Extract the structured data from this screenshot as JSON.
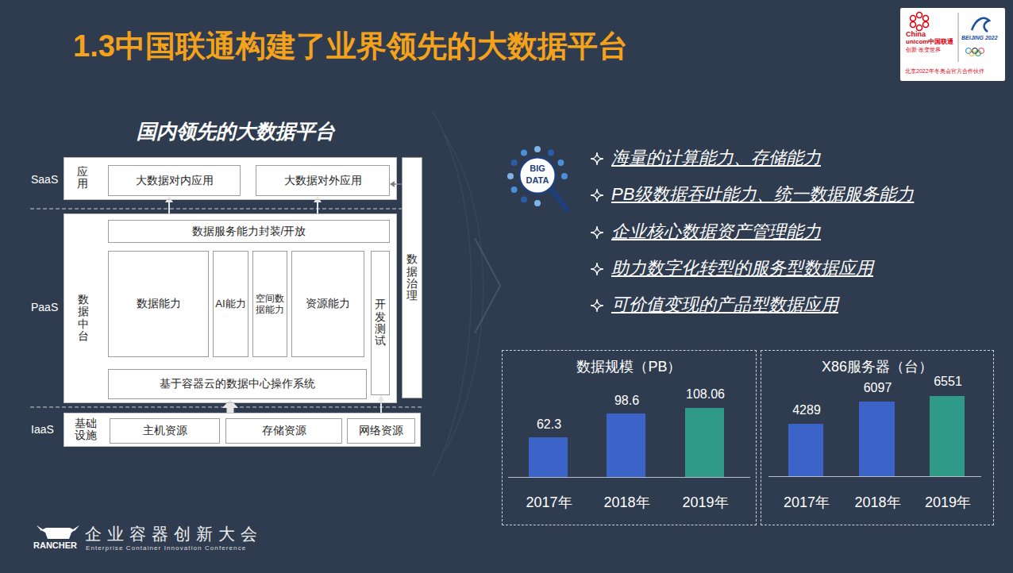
{
  "diagram": {
    "title": "1.3中国联通构建了业界领先的大数据平台",
    "nodes": [
      {
        "text": [
          "SaaS",
          "应用"
        ]
      },
      {
        "text": [
          "大数据对内应用"
        ],
        "in": 0
      },
      {
        "text": [
          "大数据对外应用"
        ],
        "in": 0
      },
      {
        "text": [
          "PaaS",
          "数据中台"
        ]
      },
      {
        "text": [
          "数据服务能力封装/开放"
        ],
        "in": 3
      },
      {
        "text": [
          "数据能力"
        ],
        "in": 3
      },
      {
        "text": [
          "AI能力"
        ],
        "in": 3
      },
      {
        "text": [
          "空间数据能力"
        ],
        "in": 3
      },
      {
        "text": [
          "资源能力"
        ],
        "in": 3
      },
      {
        "text": [
          "开发测试"
        ],
        "in": 3
      },
      {
        "text": [
          "基于容器云的数据中心操作系统"
        ],
        "in": 3
      },
      {
        "text": [
          "数据治理"
        ]
      },
      {
        "text": [
          "IaaS",
          "基础设施"
        ]
      },
      {
        "text": [
          "主机资源"
        ],
        "in": 12
      },
      {
        "text": [
          "存储资源"
        ],
        "in": 12
      },
      {
        "text": [
          "网络资源"
        ],
        "in": 12
      },
      {
        "text": [
          "数据规模（PB）",
          "62.3",
          "98.6",
          "108.06",
          "2017年",
          "2018年",
          "2019年"
        ]
      },
      {
        "text": [
          "X86服务器（台）",
          "4289",
          "6097",
          "6551",
          "2017年",
          "2018年",
          "2019年"
        ]
      }
    ],
    "edges": [
      {
        "from": 3,
        "to": 1,
        "arrow": "to"
      },
      {
        "from": 3,
        "to": 2,
        "arrow": "to"
      },
      {
        "from": 11,
        "to": 2,
        "arrow": "to"
      },
      {
        "from": 12,
        "to": 10,
        "arrow": "to"
      },
      {
        "from": 12,
        "to": 9,
        "arrow": "to"
      }
    ],
    "labels": [
      "国内领先的大数据平台",
      "BIG",
      "DATA",
      "海量的计算能力、存储能力",
      "PB级数据吞吐能力、统一数据服务能力",
      "企业核心数据资产管理能力",
      "助力数字化转型的服务型数据应用",
      "可价值变现的产品型数据应用",
      "企业容器创新大会",
      "RANCHER",
      "Enterprise Container Innovation Conference",
      "China",
      "unicom中国联通",
      "创新·改变世界",
      "BEIJING 2022",
      "北京2022年冬奥会官方合作伙伴"
    ]
  }
}
